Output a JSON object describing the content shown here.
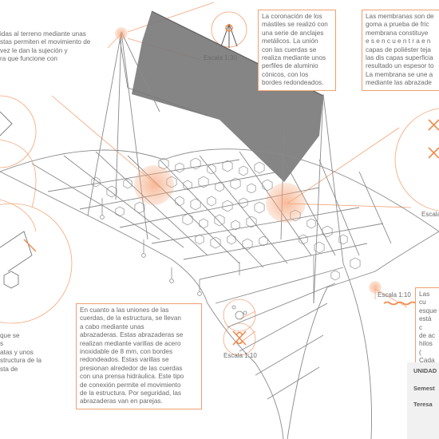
{
  "notes": {
    "top_left": "idas al terreno mediante unas\nstas permiten el movimiento de\n vez le dan la sujeción y\nra que funcione con",
    "mast_crown": "La coronación de los\nmástiles se realizó con\nuna serie de anclajes\nmetálicos. La unión\ncon las cuerdas se\nrealiza mediante unos\nperfiles de aluminio\ncónicos, con los\nbordes redondeados.",
    "membrane": "Las membranas son de\ngoma a prueba de fric\nmembrana constituye\ne s e n c u e n t r a e n\ncapas de poliéster teja\nlas dis capas superficia\nresultado un espesor to\nLa membrana se une a\nmediante las abrazade",
    "clamps": "En cuanto a las uniones de las\ncuerdas, de la estructura, se llevan\na cabo mediante unas\nabrazaderas. Estas abrazaderas se\nrealizan mediante varillas de acero\ninoxidable de 8 mm, con bordes\nredondeados. Estas varillas se\npresionan alrededor de las cuerdas\ncon una prensa hidráulica. Este tipo\nde conexión permite el movimiento\nde la estructura. Por seguridad, las\nabrazaderas van en parejas.",
    "bottom_left": "que se\ns\natas y unos\nstructura de la\nsta de",
    "right_cables": "Las cu\nesque\nestá c\nde ac\nhilos (\nCada\ncon hi\nse fun"
  },
  "scales": {
    "top": "Escala 1:30",
    "right_mid": "Escala",
    "right_low": "Escala 1:10",
    "bottom": "Escala 1:10"
  },
  "title_block": {
    "row1": "UNIDAD",
    "row2": "Semest",
    "row3": "Teresa"
  },
  "colors": {
    "accent": "#f08a4b",
    "accent_soft": "#f6b48a",
    "line": "#8a8a8a",
    "membrane": "#777777"
  }
}
